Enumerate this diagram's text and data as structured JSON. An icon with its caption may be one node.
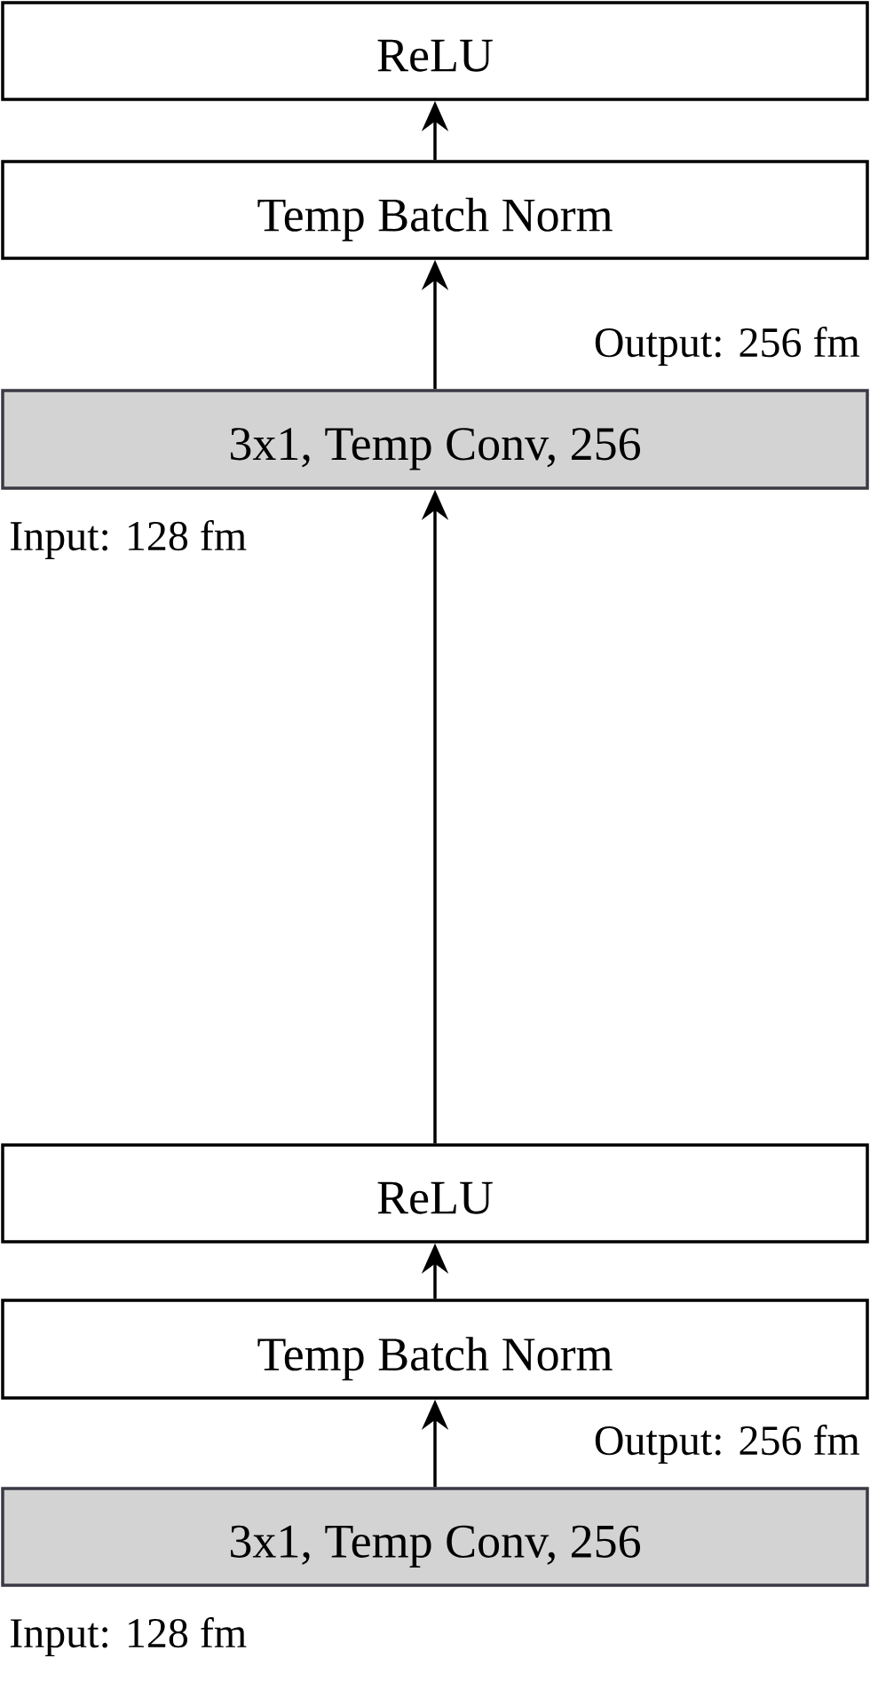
{
  "diagram": {
    "nodes": [
      {
        "text": [
          "ReLU"
        ]
      },
      {
        "text": [
          "Temp Batch Norm"
        ]
      },
      {
        "text": [
          "3x1, Temp Conv, 256"
        ],
        "beside": [
          "Output: 256 fm",
          "Input: 128 fm"
        ]
      },
      {
        "text": [
          "ReLU"
        ]
      },
      {
        "text": [
          "Temp Batch Norm"
        ]
      },
      {
        "text": [
          "3x1, Temp Conv, 256"
        ],
        "beside": [
          "Output: 256 fm",
          "Input: 128 fm"
        ]
      }
    ],
    "edges": [
      {
        "from": 5,
        "to": 4,
        "arrow": "to"
      },
      {
        "from": 4,
        "to": 3,
        "arrow": "to"
      },
      {
        "from": 3,
        "to": 2,
        "arrow": "to"
      },
      {
        "from": 2,
        "to": 1,
        "arrow": "to"
      },
      {
        "from": 1,
        "to": 0,
        "arrow": "to"
      }
    ]
  }
}
